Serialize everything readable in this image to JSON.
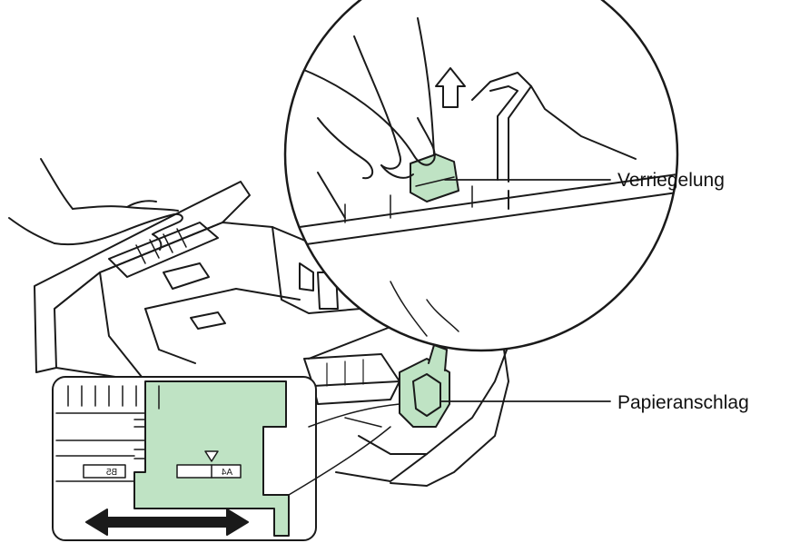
{
  "labels": {
    "lock": "Verriegelung",
    "paper_stop": "Papieranschlag"
  },
  "scale_marks": {
    "b5": "B5",
    "a4": "A4"
  },
  "colors": {
    "highlight_green": "#bfe3c4",
    "outline": "#1a1a1a"
  },
  "icons": [
    "hand-icon",
    "up-arrow-icon",
    "double-arrow-icon",
    "triangle-marker-icon"
  ]
}
